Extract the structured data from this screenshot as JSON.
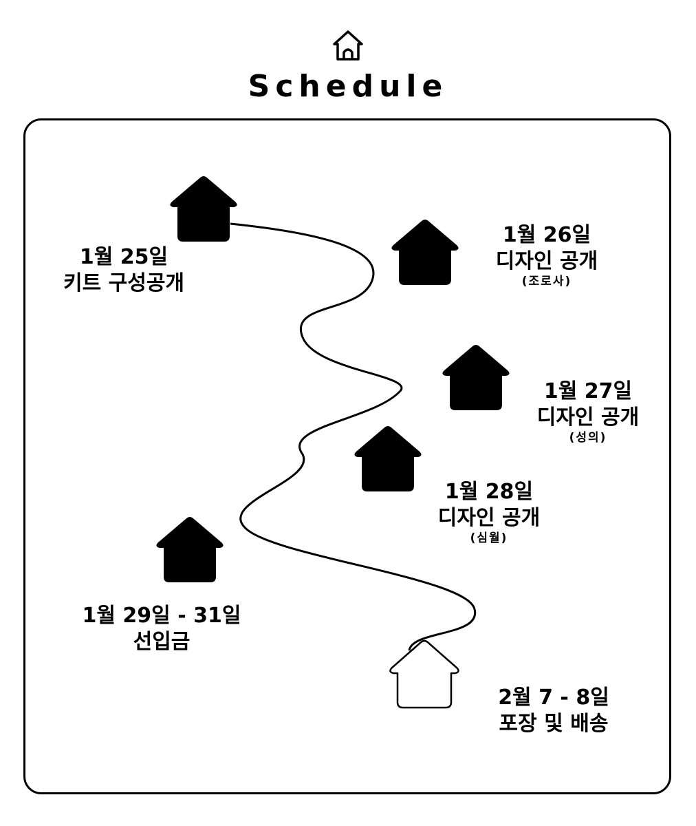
{
  "header": {
    "icon": "house-outline-icon",
    "title": "Schedule"
  },
  "events": [
    {
      "date": "1월 25일",
      "desc": "키트 구성공개",
      "note": "",
      "icon": "house-filled-icon"
    },
    {
      "date": "1월 26일",
      "desc": "디자인 공개",
      "note": "(조로사)",
      "icon": "house-filled-icon"
    },
    {
      "date": "1월 27일",
      "desc": "디자인 공개",
      "note": "(성의)",
      "icon": "house-filled-icon"
    },
    {
      "date": "1월 28일",
      "desc": "디자인 공개",
      "note": "(심월)",
      "icon": "house-filled-icon"
    },
    {
      "date": "1월 29일 - 31일",
      "desc": "선입금",
      "note": "",
      "icon": "house-filled-icon"
    },
    {
      "date": "2월 7 - 8일",
      "desc": "포장 및 배송",
      "note": "",
      "icon": "house-outline-icon"
    }
  ]
}
